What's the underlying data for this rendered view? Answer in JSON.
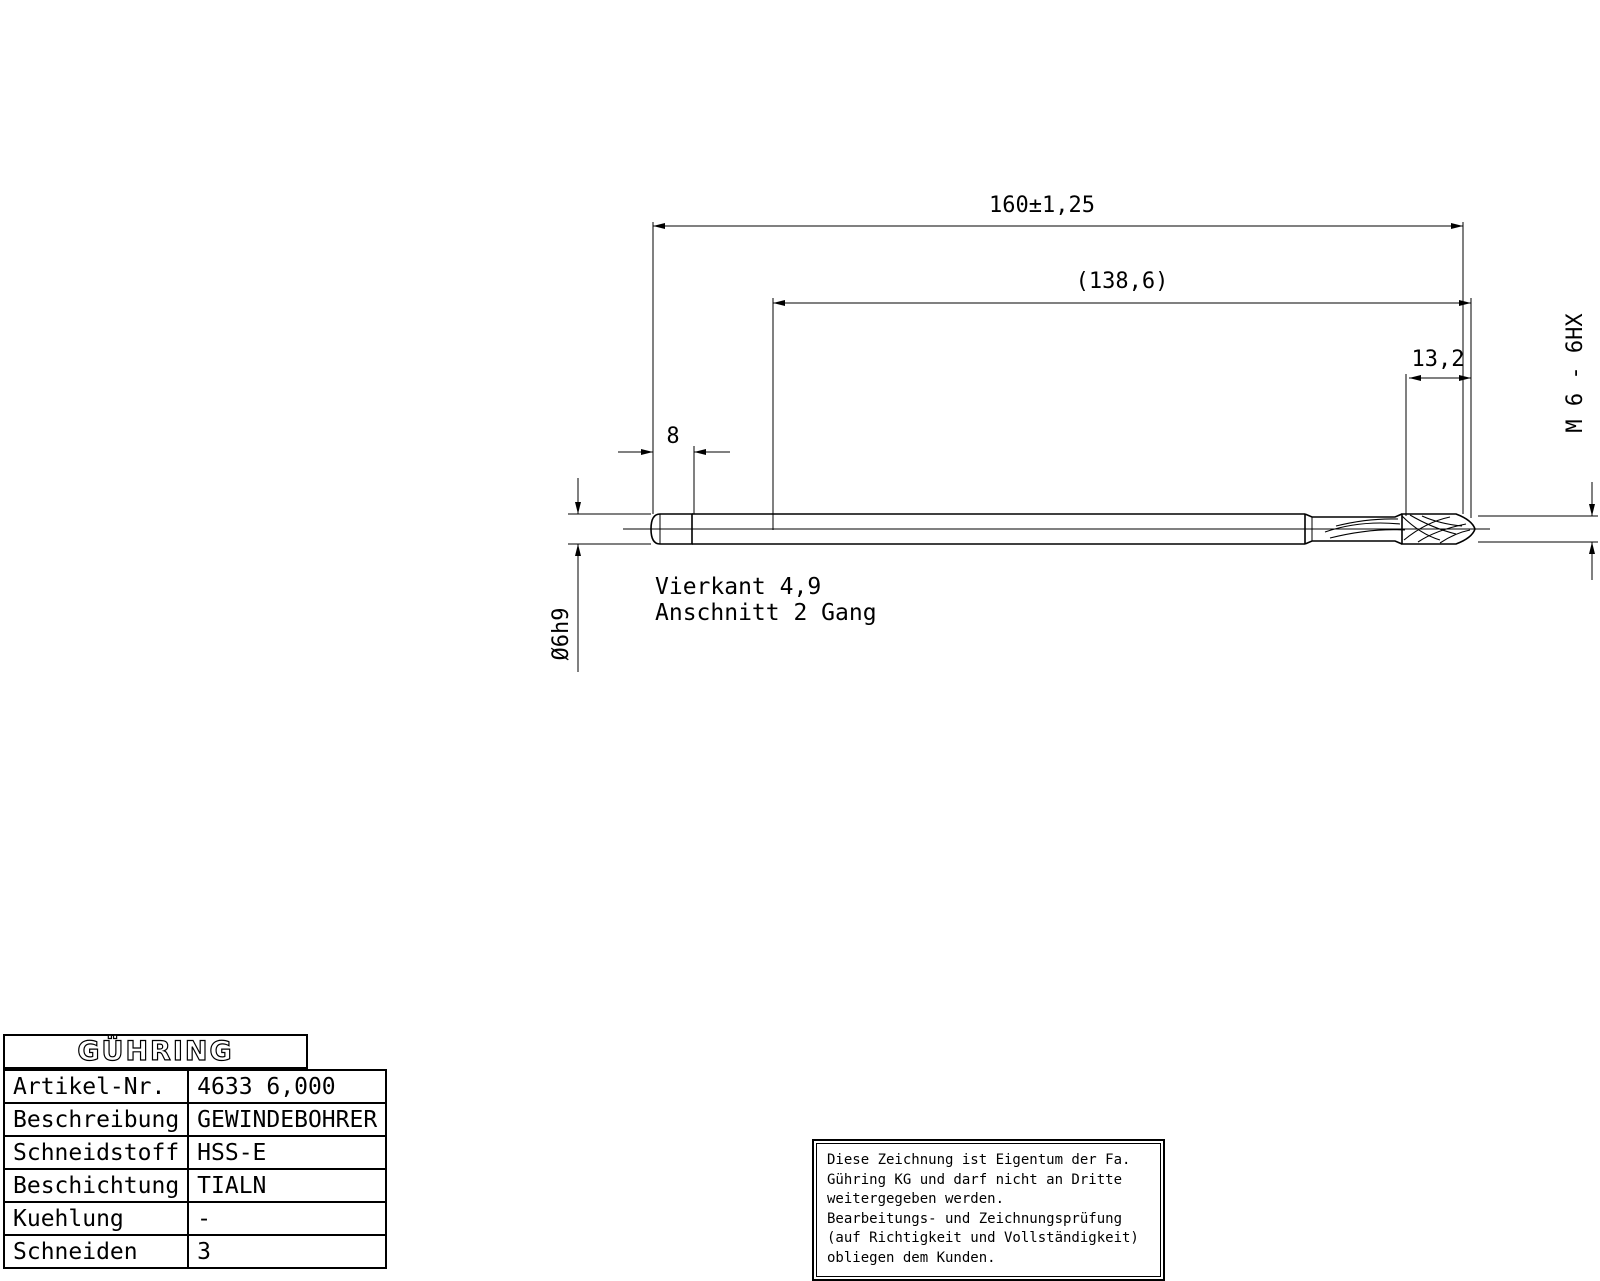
{
  "dimensions": {
    "overall_length": "160±1,25",
    "shank_to_tip": "(138,6)",
    "thread_length": "13,2",
    "square_length": "8",
    "thread_spec": "M 6 - 6HX",
    "shank_diameter": "Ø6h9"
  },
  "notes": [
    "Vierkant 4,9",
    "Anschnitt 2 Gang"
  ],
  "title_block": {
    "logo": "GÜHRING",
    "rows": [
      {
        "key": "Artikel-Nr.",
        "value": "4633 6,000"
      },
      {
        "key": "Beschreibung",
        "value": "GEWINDEBOHRER"
      },
      {
        "key": "Schneidstoff",
        "value": "HSS-E"
      },
      {
        "key": "Beschichtung",
        "value": "TIALN"
      },
      {
        "key": "Kuehlung",
        "value": "-"
      },
      {
        "key": "Schneiden",
        "value": "3"
      }
    ]
  },
  "notice_lines": [
    "Diese Zeichnung ist Eigentum der Fa.",
    "Gühring KG und darf nicht an Dritte",
    "weitergegeben werden.",
    "Bearbeitungs- und Zeichnungsprüfung",
    "(auf Richtigkeit und Vollständigkeit)",
    "obliegen dem Kunden."
  ]
}
